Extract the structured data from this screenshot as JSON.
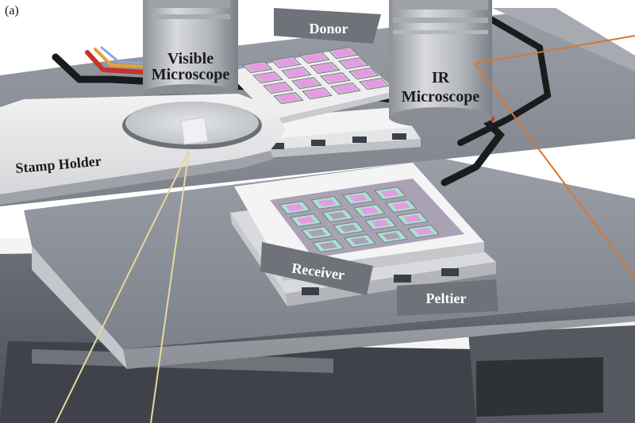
{
  "figure": {
    "panel_label": "(a)",
    "labels": {
      "visible_microscope_line1": "Visible",
      "visible_microscope_line2": "Microscope",
      "ir_microscope_line1": "IR",
      "ir_microscope_line2": "Microscope",
      "donor": "Donor",
      "stamp_holder": "Stamp Holder",
      "receiver": "Receiver",
      "peltier": "Peltier"
    }
  },
  "colors": {
    "stage_top": "#8d9199",
    "stage_side": "#c9ccd1",
    "frame_dark": "#5e636b",
    "chip_pink": "#e59be2",
    "chip_mint": "#a9e3cf",
    "substrate": "#e9e9eb",
    "label_tag": "#6f7279",
    "leader_line": "#e8d7a0",
    "ir_line": "#d9762e"
  }
}
